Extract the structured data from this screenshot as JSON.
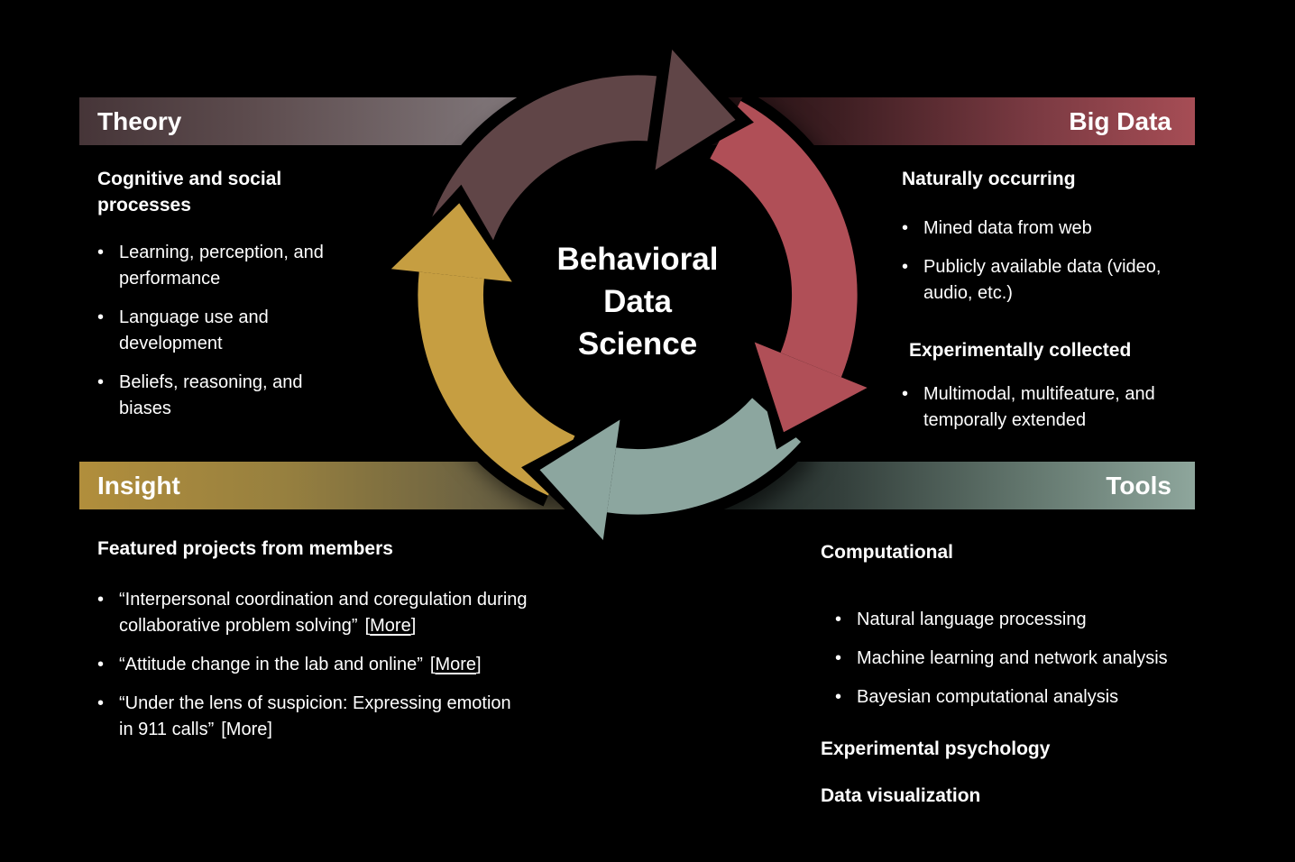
{
  "center": {
    "lines": [
      "Behavioral",
      "Data",
      "Science"
    ]
  },
  "glyphs": {
    "bullet": "•"
  },
  "links": {
    "open": "[",
    "label": "More",
    "close": "]"
  },
  "colors": {
    "background": "#000000",
    "theory_arrow": "#604547",
    "big_data_arrow": "#b04f57",
    "insight_arrow": "#c69e41",
    "tools_arrow": "#8ca69f",
    "text": "#ffffff"
  },
  "sections": {
    "theory": {
      "label": "Theory",
      "heading": "Cognitive and social processes",
      "bullets": [
        "Learning, perception, and performance",
        "Language use and development",
        "Beliefs, reasoning, and biases"
      ]
    },
    "big_data": {
      "label": "Big Data",
      "groups": [
        {
          "heading": "Naturally occurring",
          "bullets": [
            "Mined data from web",
            "Publicly available data (video, audio, etc.)"
          ]
        },
        {
          "heading": "Experimentally collected",
          "bullets": [
            "Multimodal, multifeature, and temporally extended"
          ]
        }
      ]
    },
    "insight": {
      "label": "Insight",
      "heading": "Featured projects from members",
      "bullets": [
        {
          "text": "“Interpersonal coordination and coregulation during collaborative problem solving”"
        },
        {
          "text": "“Attitude change in the lab and online”"
        },
        {
          "text": "“Under the lens of suspicion: Expressing emotion in 911 calls”"
        }
      ]
    },
    "tools": {
      "label": "Tools",
      "heading": "Computational",
      "bullets": [
        "Natural language processing",
        "Machine learning and network analysis",
        "Bayesian computational analysis"
      ],
      "subheadings": [
        "Experimental psychology",
        "Data visualization"
      ]
    }
  }
}
